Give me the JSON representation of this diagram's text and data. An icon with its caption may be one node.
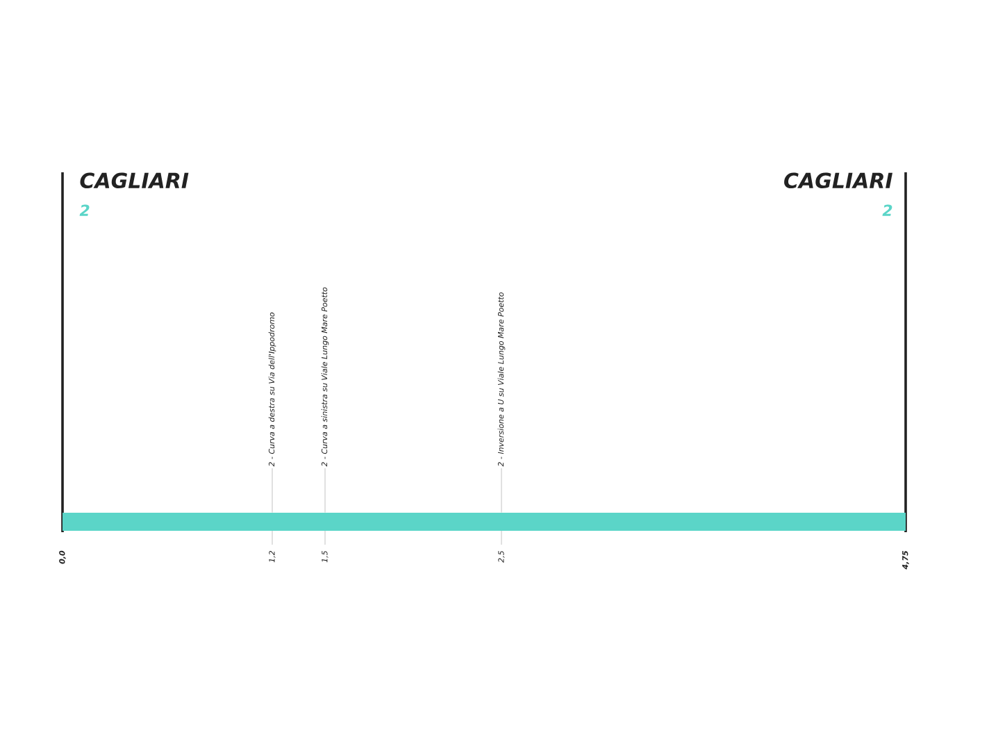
{
  "diagram": {
    "nodes": [
      {
        "text": [],
        "shape": "bar"
      },
      {
        "text": [
          "2 - Curva a destra su Via dell'Ippodromo"
        ]
      },
      {
        "text": [
          "2 - Curva a sinistra su Viale Lungo Mare Poetto"
        ]
      },
      {
        "text": [
          "2 - Inversione a U su Viale Lungo Mare Poetto"
        ]
      }
    ],
    "edges": [
      {
        "from": 1,
        "to": 0,
        "arrow": "none"
      },
      {
        "from": 2,
        "to": 0,
        "arrow": "none"
      },
      {
        "from": 3,
        "to": 0,
        "arrow": "none"
      }
    ],
    "labels": [
      "CAGLIARI",
      "2",
      "CAGLIARI",
      "2",
      "0,0",
      "1,2",
      "1,5",
      "2,5",
      "4,75"
    ]
  }
}
